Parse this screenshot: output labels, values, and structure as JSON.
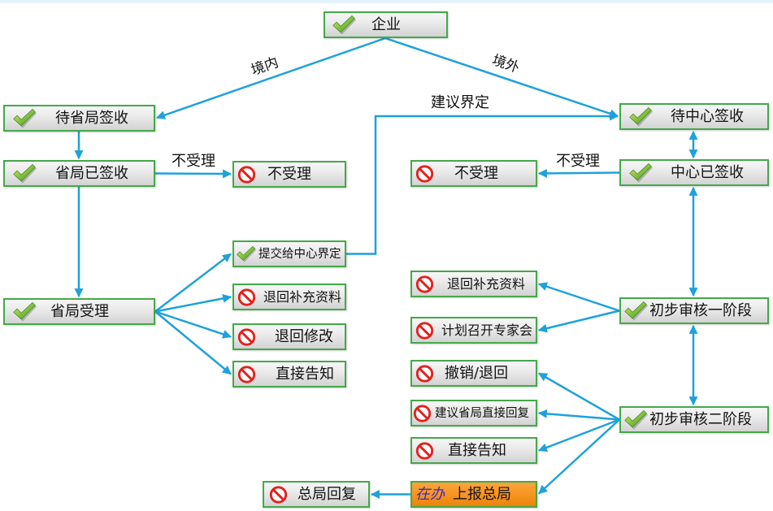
{
  "diagram": {
    "nodes": {
      "enterprise": {
        "label": "企业",
        "icon": "check-icon"
      },
      "pending_province_sign": {
        "label": "待省局签收",
        "icon": "check-icon"
      },
      "province_signed": {
        "label": "省局已签收",
        "icon": "check-icon"
      },
      "province_not_accepted": {
        "label": "不受理",
        "icon": "no-entry-icon"
      },
      "province_accepted": {
        "label": "省局受理",
        "icon": "check-icon"
      },
      "submit_to_center": {
        "label": "提交给中心界定",
        "icon": "check-icon"
      },
      "province_return_supplement": {
        "label": "退回补充资料",
        "icon": "no-entry-icon"
      },
      "province_return_modify": {
        "label": "退回修改",
        "icon": "no-entry-icon"
      },
      "province_direct_notice": {
        "label": "直接告知",
        "icon": "no-entry-icon"
      },
      "pending_center_sign": {
        "label": "待中心签收",
        "icon": "check-icon"
      },
      "center_signed": {
        "label": "中心已签收",
        "icon": "check-icon"
      },
      "center_not_accepted": {
        "label": "不受理",
        "icon": "no-entry-icon"
      },
      "review_stage_one": {
        "label": "初步审核一阶段",
        "icon": "check-icon"
      },
      "center_return_supplement": {
        "label": "退回补充资料",
        "icon": "no-entry-icon"
      },
      "plan_expert_meeting": {
        "label": "计划召开专家会",
        "icon": "no-entry-icon"
      },
      "revoke_return": {
        "label": "撤销/退回",
        "icon": "no-entry-icon"
      },
      "review_stage_two": {
        "label": "初步审核二阶段",
        "icon": "check-icon"
      },
      "suggest_province_reply": {
        "label": "建议省局直接回复",
        "icon": "no-entry-icon"
      },
      "center_direct_notice": {
        "label": "直接告知",
        "icon": "no-entry-icon"
      },
      "report_to_general": {
        "status": "在办",
        "label": "上报总局"
      },
      "general_reply": {
        "label": "总局回复",
        "icon": "no-entry-icon"
      }
    },
    "edge_labels": {
      "domestic": "境内",
      "overseas": "境外",
      "suggest_definition": "建议界定",
      "province_not_accepted": "不受理",
      "center_not_accepted": "不受理"
    }
  },
  "colors": {
    "node_border": "#44a949",
    "arrow": "#1ea1dc",
    "reject_icon": "#e3211c",
    "current_node_fill": "#f7931e",
    "status_text": "#3b2bbd"
  }
}
